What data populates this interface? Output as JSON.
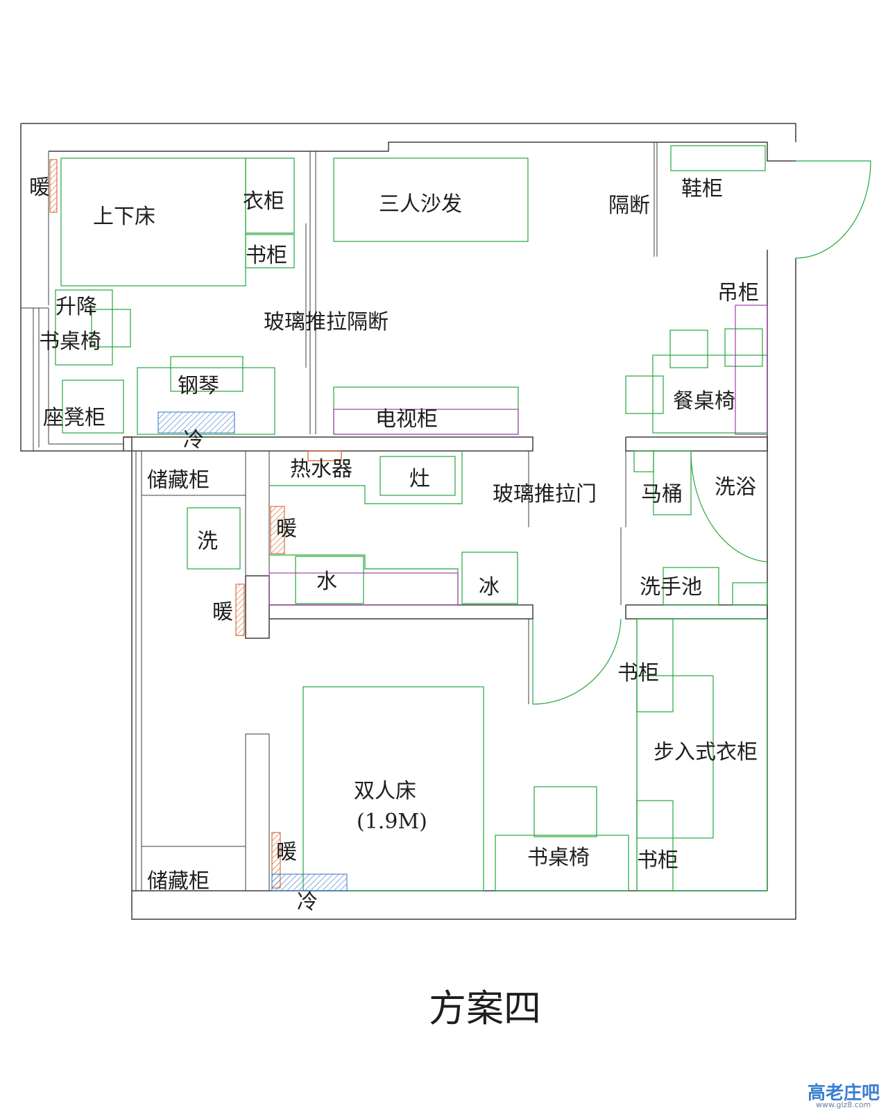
{
  "plan": {
    "title": "方案四",
    "rooms": {
      "kids_room": {
        "heater": "暖",
        "bunk_bed": "上下床",
        "wardrobe": "衣柜",
        "bookcase": "书柜",
        "lift_desk_chair_line1": "升降",
        "lift_desk_chair_line2": "书桌椅",
        "piano": "钢琴",
        "seat_cabinet": "座凳柜",
        "ac": "冷"
      },
      "living": {
        "sofa": "三人沙发",
        "partition": "隔断",
        "shoe_cabinet": "鞋柜",
        "hanging_cabinet": "吊柜",
        "glass_sliding_partition": "玻璃推拉隔断",
        "dining_table_chairs": "餐桌椅",
        "tv_cabinet": "电视柜"
      },
      "kitchen": {
        "water_heater": "热水器",
        "stove": "灶",
        "heater": "暖",
        "sink": "水",
        "fridge": "冰",
        "glass_sliding_door": "玻璃推拉门"
      },
      "laundry": {
        "storage_top": "储藏柜",
        "washer": "洗",
        "heater": "暖"
      },
      "bathroom": {
        "toilet": "马桶",
        "shower": "洗浴",
        "washbasin": "洗手池"
      },
      "master_bedroom": {
        "double_bed_line1": "双人床",
        "double_bed_line2": "(1.9M)",
        "heater": "暖",
        "ac": "冷",
        "desk_chair": "书桌椅",
        "bookcase_top": "书柜",
        "walk_in_closet": "步入式衣柜",
        "bookcase_bottom": "书柜",
        "storage_bottom": "储藏柜"
      }
    },
    "colors": {
      "wall": "#3c3c3c",
      "furniture": "#22a63a",
      "cabinet": "#a23bb0",
      "heater": "#d2561e",
      "ac": "#2f72c4"
    }
  },
  "watermark": {
    "logo": "高老庄吧",
    "url": "www.glz8.com"
  }
}
